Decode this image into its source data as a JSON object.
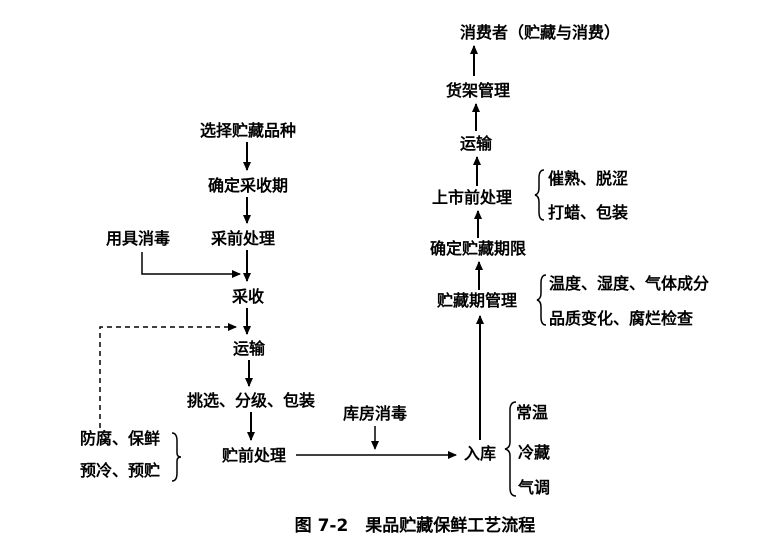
{
  "left_flow": {
    "select_variety": "选择贮藏品种",
    "harvest_period": "确定采收期",
    "pre_harvest": "采前处理",
    "tool_disinfect": "用具消毒",
    "harvest": "采收",
    "transport": "运输",
    "sort_grade_pack": "挑选、分级、包装",
    "pre_storage": "贮前处理",
    "pre_storage_opts": [
      "防腐、保鲜",
      "预冷、预贮"
    ]
  },
  "middle": {
    "warehouse_disinfect": "库房消毒",
    "into_storage": "入库",
    "storage_types": [
      "常温",
      "冷藏",
      "气调"
    ]
  },
  "right_flow": {
    "storage_mgmt": "贮藏期管理",
    "storage_mgmt_items": [
      "温度、湿度、气体成分",
      "品质变化、腐烂检查"
    ],
    "storage_limit": "确定贮藏期限",
    "pre_market": "上市前处理",
    "pre_market_items": [
      "催熟、脱涩",
      "打蜡、包装"
    ],
    "transport": "运输",
    "shelf_mgmt": "货架管理",
    "consumer": "消费者（贮藏与消费）"
  },
  "caption": "图 7-2　果品贮藏保鲜工艺流程"
}
